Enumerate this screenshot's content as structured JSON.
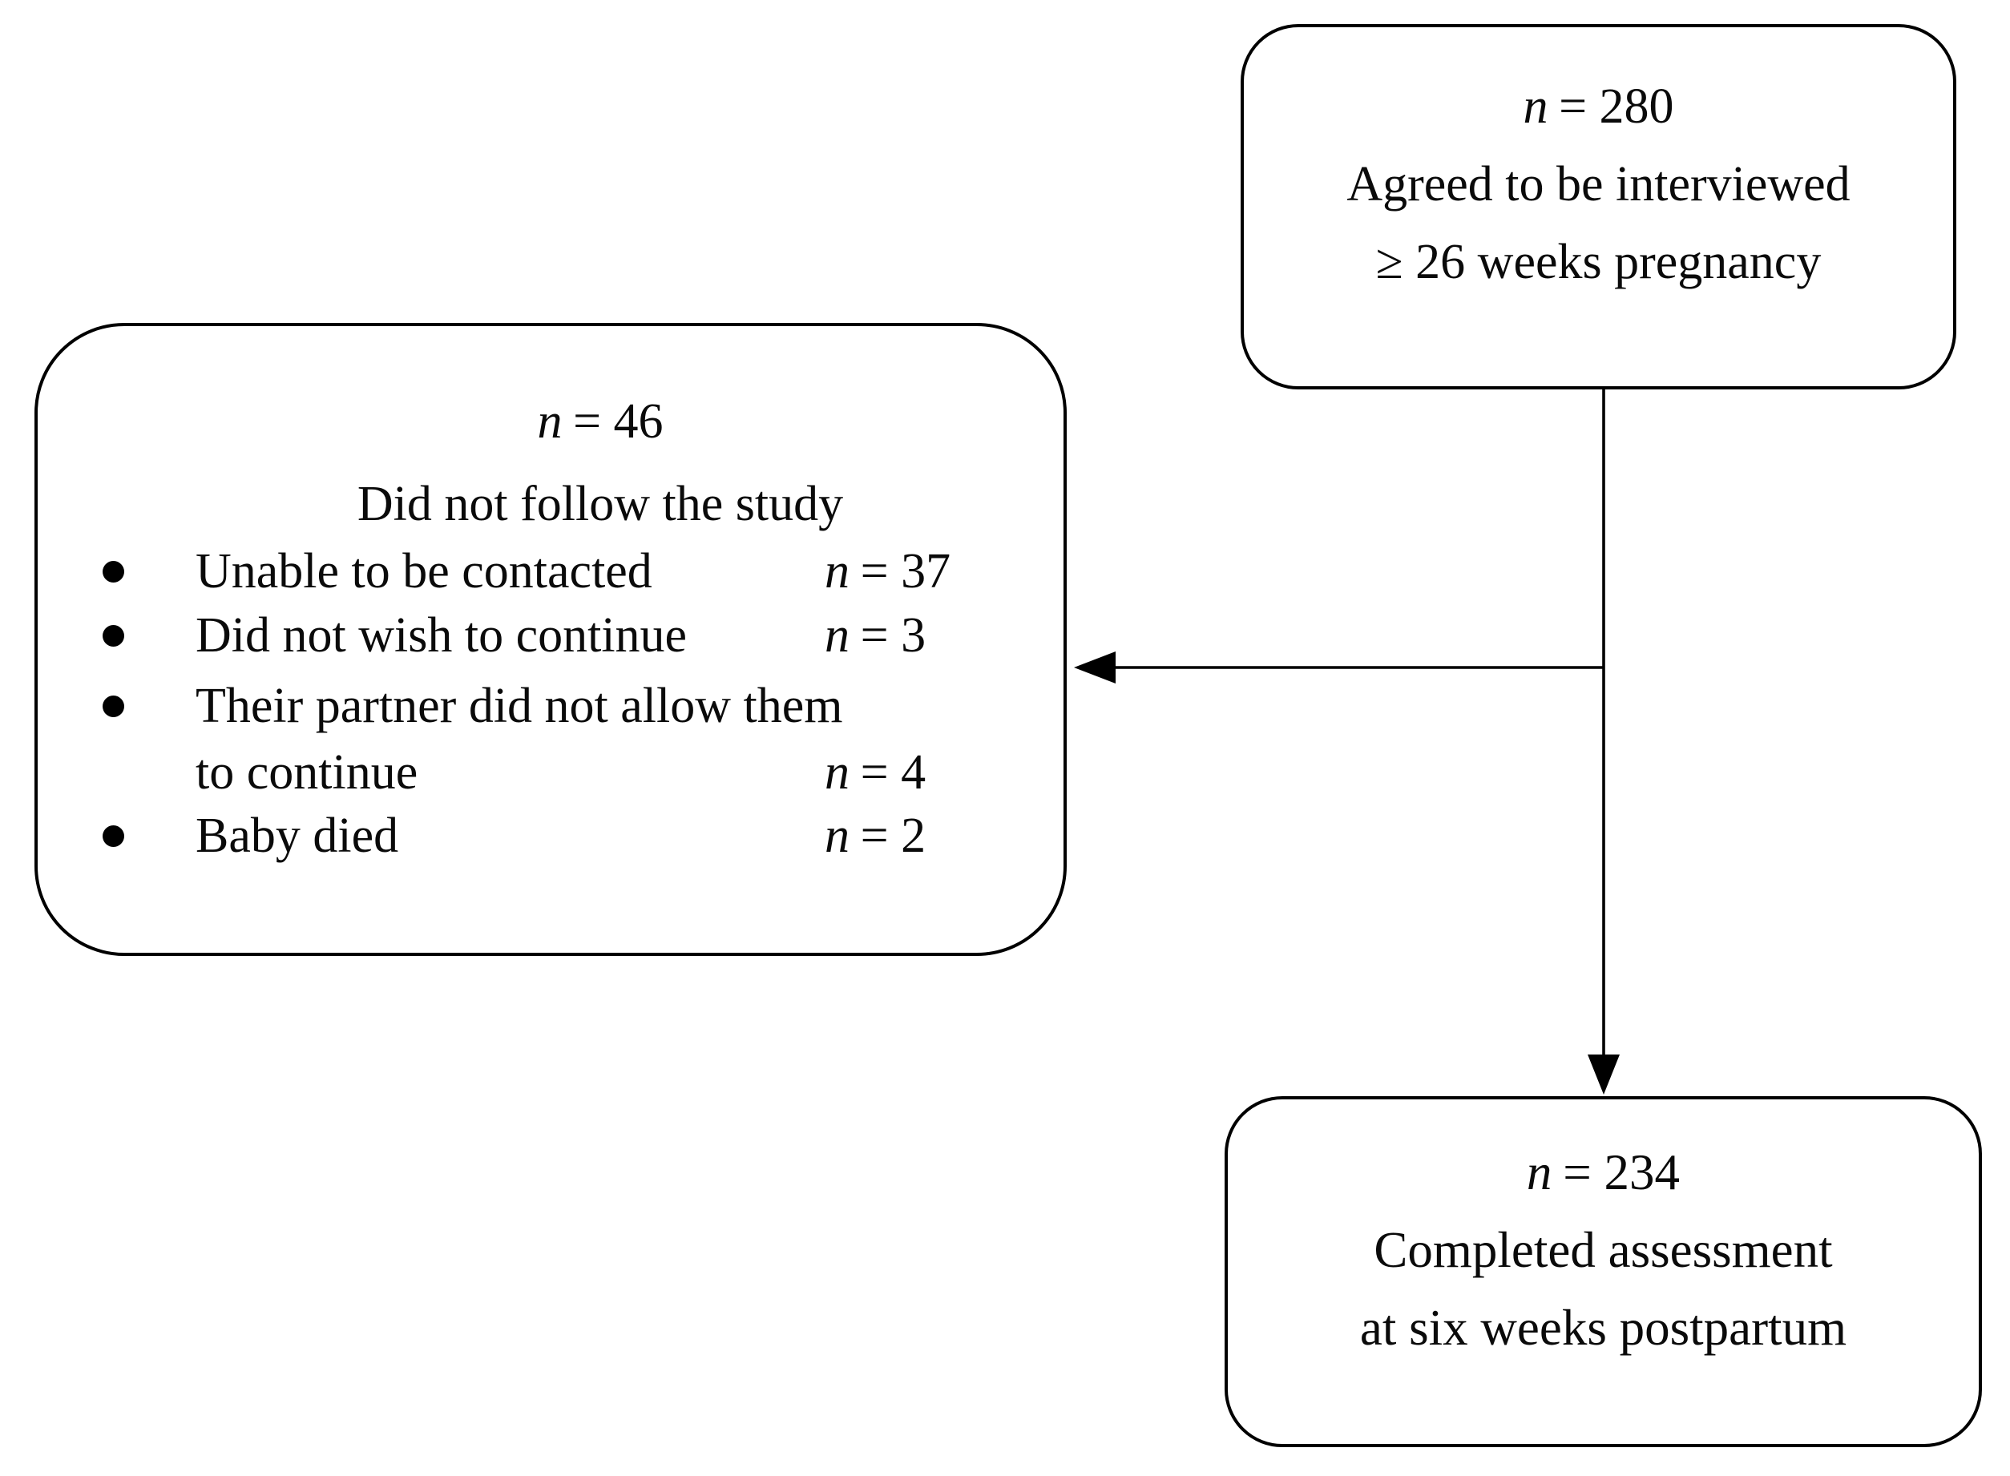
{
  "canvas": {
    "background": "#ffffff",
    "stroke_color": "#000000",
    "text_color": "#0a0a0a"
  },
  "top_box": {
    "count_prefix": "n",
    "count_value": "= 280",
    "line1": "Agreed to be interviewed",
    "line2": "≥ 26 weeks pregnancy"
  },
  "exclusion_box": {
    "count_prefix": "n",
    "count_value": "= 46",
    "title": "Did not follow the study",
    "items": [
      {
        "label": "Unable to be contacted",
        "count_prefix": "n",
        "count_value": "= 37"
      },
      {
        "label": "Did not wish to continue",
        "count_prefix": "n",
        "count_value": "= 3"
      },
      {
        "label": "Their partner did not allow them",
        "label_line2": "to continue",
        "count_prefix": "n",
        "count_value": "= 4"
      },
      {
        "label": "Baby died",
        "count_prefix": "n",
        "count_value": "= 2"
      }
    ]
  },
  "bottom_box": {
    "count_prefix": "n",
    "count_value": "= 234",
    "line1": "Completed assessment",
    "line2": "at six weeks postpartum"
  }
}
